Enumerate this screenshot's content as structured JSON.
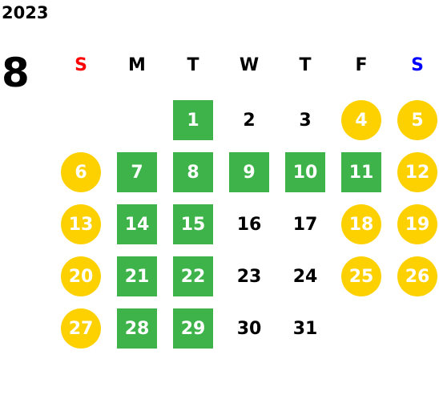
{
  "calendar": {
    "year": "2023",
    "month": "8",
    "weekdays": [
      {
        "label": "S",
        "color": "#ff0000"
      },
      {
        "label": "M",
        "color": "#000000"
      },
      {
        "label": "T",
        "color": "#000000"
      },
      {
        "label": "W",
        "color": "#000000"
      },
      {
        "label": "T",
        "color": "#000000"
      },
      {
        "label": "F",
        "color": "#000000"
      },
      {
        "label": "S",
        "color": "#0000ff"
      }
    ],
    "first_weekday_index": 2,
    "colors": {
      "green": "#3db34a",
      "yellow": "#fdd100"
    },
    "days": [
      {
        "day": "1",
        "style": "green"
      },
      {
        "day": "2",
        "style": "plain"
      },
      {
        "day": "3",
        "style": "plain"
      },
      {
        "day": "4",
        "style": "yellow"
      },
      {
        "day": "5",
        "style": "yellow"
      },
      {
        "day": "6",
        "style": "yellow"
      },
      {
        "day": "7",
        "style": "green"
      },
      {
        "day": "8",
        "style": "green"
      },
      {
        "day": "9",
        "style": "green"
      },
      {
        "day": "10",
        "style": "green"
      },
      {
        "day": "11",
        "style": "green"
      },
      {
        "day": "12",
        "style": "yellow"
      },
      {
        "day": "13",
        "style": "yellow"
      },
      {
        "day": "14",
        "style": "green"
      },
      {
        "day": "15",
        "style": "green"
      },
      {
        "day": "16",
        "style": "plain"
      },
      {
        "day": "17",
        "style": "plain"
      },
      {
        "day": "18",
        "style": "yellow"
      },
      {
        "day": "19",
        "style": "yellow"
      },
      {
        "day": "20",
        "style": "yellow"
      },
      {
        "day": "21",
        "style": "green"
      },
      {
        "day": "22",
        "style": "green"
      },
      {
        "day": "23",
        "style": "plain"
      },
      {
        "day": "24",
        "style": "plain"
      },
      {
        "day": "25",
        "style": "yellow"
      },
      {
        "day": "26",
        "style": "yellow"
      },
      {
        "day": "27",
        "style": "yellow"
      },
      {
        "day": "28",
        "style": "green"
      },
      {
        "day": "29",
        "style": "green"
      },
      {
        "day": "30",
        "style": "plain"
      },
      {
        "day": "31",
        "style": "plain"
      }
    ]
  }
}
